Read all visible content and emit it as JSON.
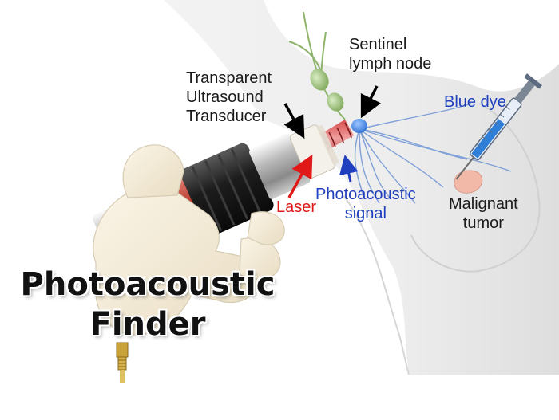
{
  "labels": {
    "transducer": [
      "Transparent",
      "Ultrasound",
      "Transducer"
    ],
    "sentinel": [
      "Sentinel",
      "lymph node"
    ],
    "blue_dye": "Blue dye",
    "laser": "Laser",
    "pa_signal": [
      "Photoacoustic",
      "signal"
    ],
    "tumor": [
      "Malignant",
      "tumor"
    ]
  },
  "title": [
    "Photoacoustic",
    "Finder"
  ],
  "colors": {
    "dye": "#1f3fbf",
    "laser": "#e01818",
    "lymph_node_green": "#8db46a",
    "sentinel_node": "#3b7fe0",
    "tumor": "#f2b9a8",
    "housing_red": "#b83a2e"
  }
}
